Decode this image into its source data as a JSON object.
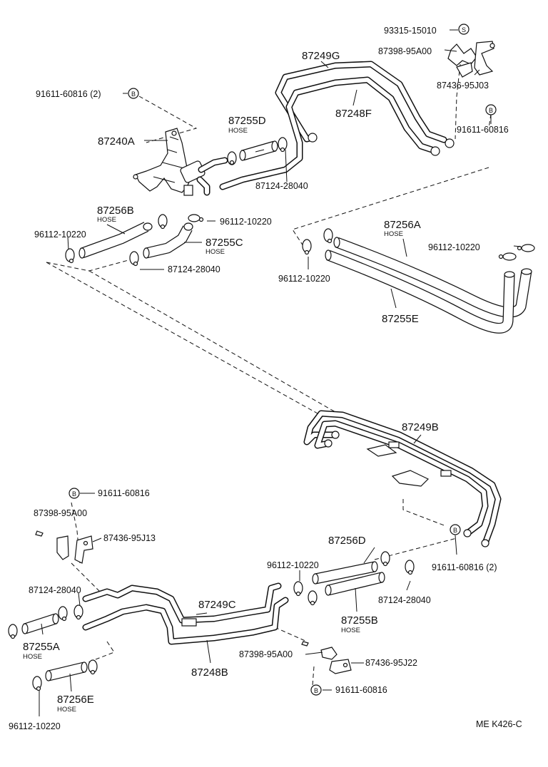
{
  "labels": {
    "p93315": "93315-15010",
    "p87398a": "87398-95A00",
    "p87436a": "87436-95J03",
    "p91611a": "91611-60816",
    "p87249g": "87249G",
    "p87248f": "87248F",
    "p91611b": "91611-60816  (2)",
    "p87255d": "87255D",
    "hose1": "HOSE",
    "p87240a": "87240A",
    "p87124a": "87124-28040",
    "p87256b": "87256B",
    "hose2": "HOSE",
    "p96112a": "96112-10220",
    "p96112b": "96112-10220",
    "p87255c": "87255C",
    "hose3": "HOSE",
    "p87124b": "87124-28040",
    "p87256a": "87256A",
    "hose4": "HOSE",
    "p96112c": "96112-10220",
    "p96112d": "96112-10220",
    "p87255e": "87255E",
    "p87249b": "87249B",
    "p91611c": "91611-60816",
    "p87398b": "87398-95A00",
    "p87436b": "87436-95J13",
    "p87256d": "87256D",
    "p96112e": "96112-10220",
    "p87124c": "87124-28040",
    "p91611d": "91611-60816  (2)",
    "p87249c": "87249C",
    "p87124d": "87124-28040",
    "p87255b": "87255B",
    "hose5": "HOSE",
    "p87255a": "87255A",
    "hose6": "HOSE",
    "p87248b": "87248B",
    "p87398c": "87398-95A00",
    "p87436c": "87436-95J22",
    "p91611e": "91611-60816",
    "p87256e": "87256E",
    "hose7": "HOSE",
    "p96112f": "96112-10220",
    "code": "ME  K426-C"
  },
  "symbols": {
    "s": "S",
    "b": "B"
  }
}
